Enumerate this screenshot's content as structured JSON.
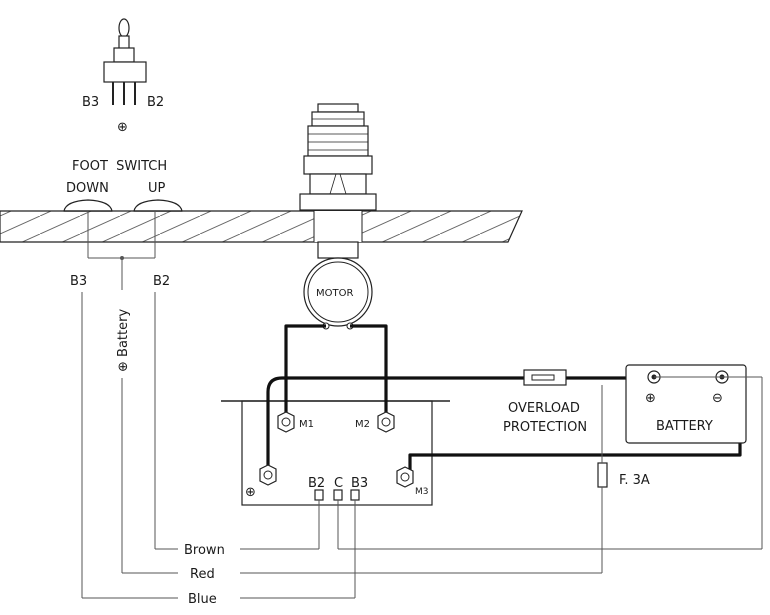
{
  "toggle": {
    "left_pin": "B3",
    "right_pin": "B2",
    "polarity": "⊕"
  },
  "foot_switch": {
    "title": "FOOT  SWITCH",
    "down": "DOWN",
    "up": "UP",
    "left_terminal": "B3",
    "right_terminal": "B2"
  },
  "battery_wire_label": "⊕ Battery",
  "motor": {
    "label": "MOTOR"
  },
  "control_box": {
    "terminals": {
      "m1": "M1",
      "m2": "M2",
      "m3": "M3",
      "b2": "B2",
      "c": "C",
      "b3": "B3",
      "plus": "⊕"
    }
  },
  "overload": {
    "line1": "OVERLOAD",
    "line2": "PROTECTION"
  },
  "battery": {
    "label": "BATTERY",
    "plus": "⊕",
    "minus": "⊖"
  },
  "fuse": {
    "label": "F. 3A"
  },
  "wire_colors": {
    "brown": "Brown",
    "red": "Red",
    "blue": "Blue"
  }
}
